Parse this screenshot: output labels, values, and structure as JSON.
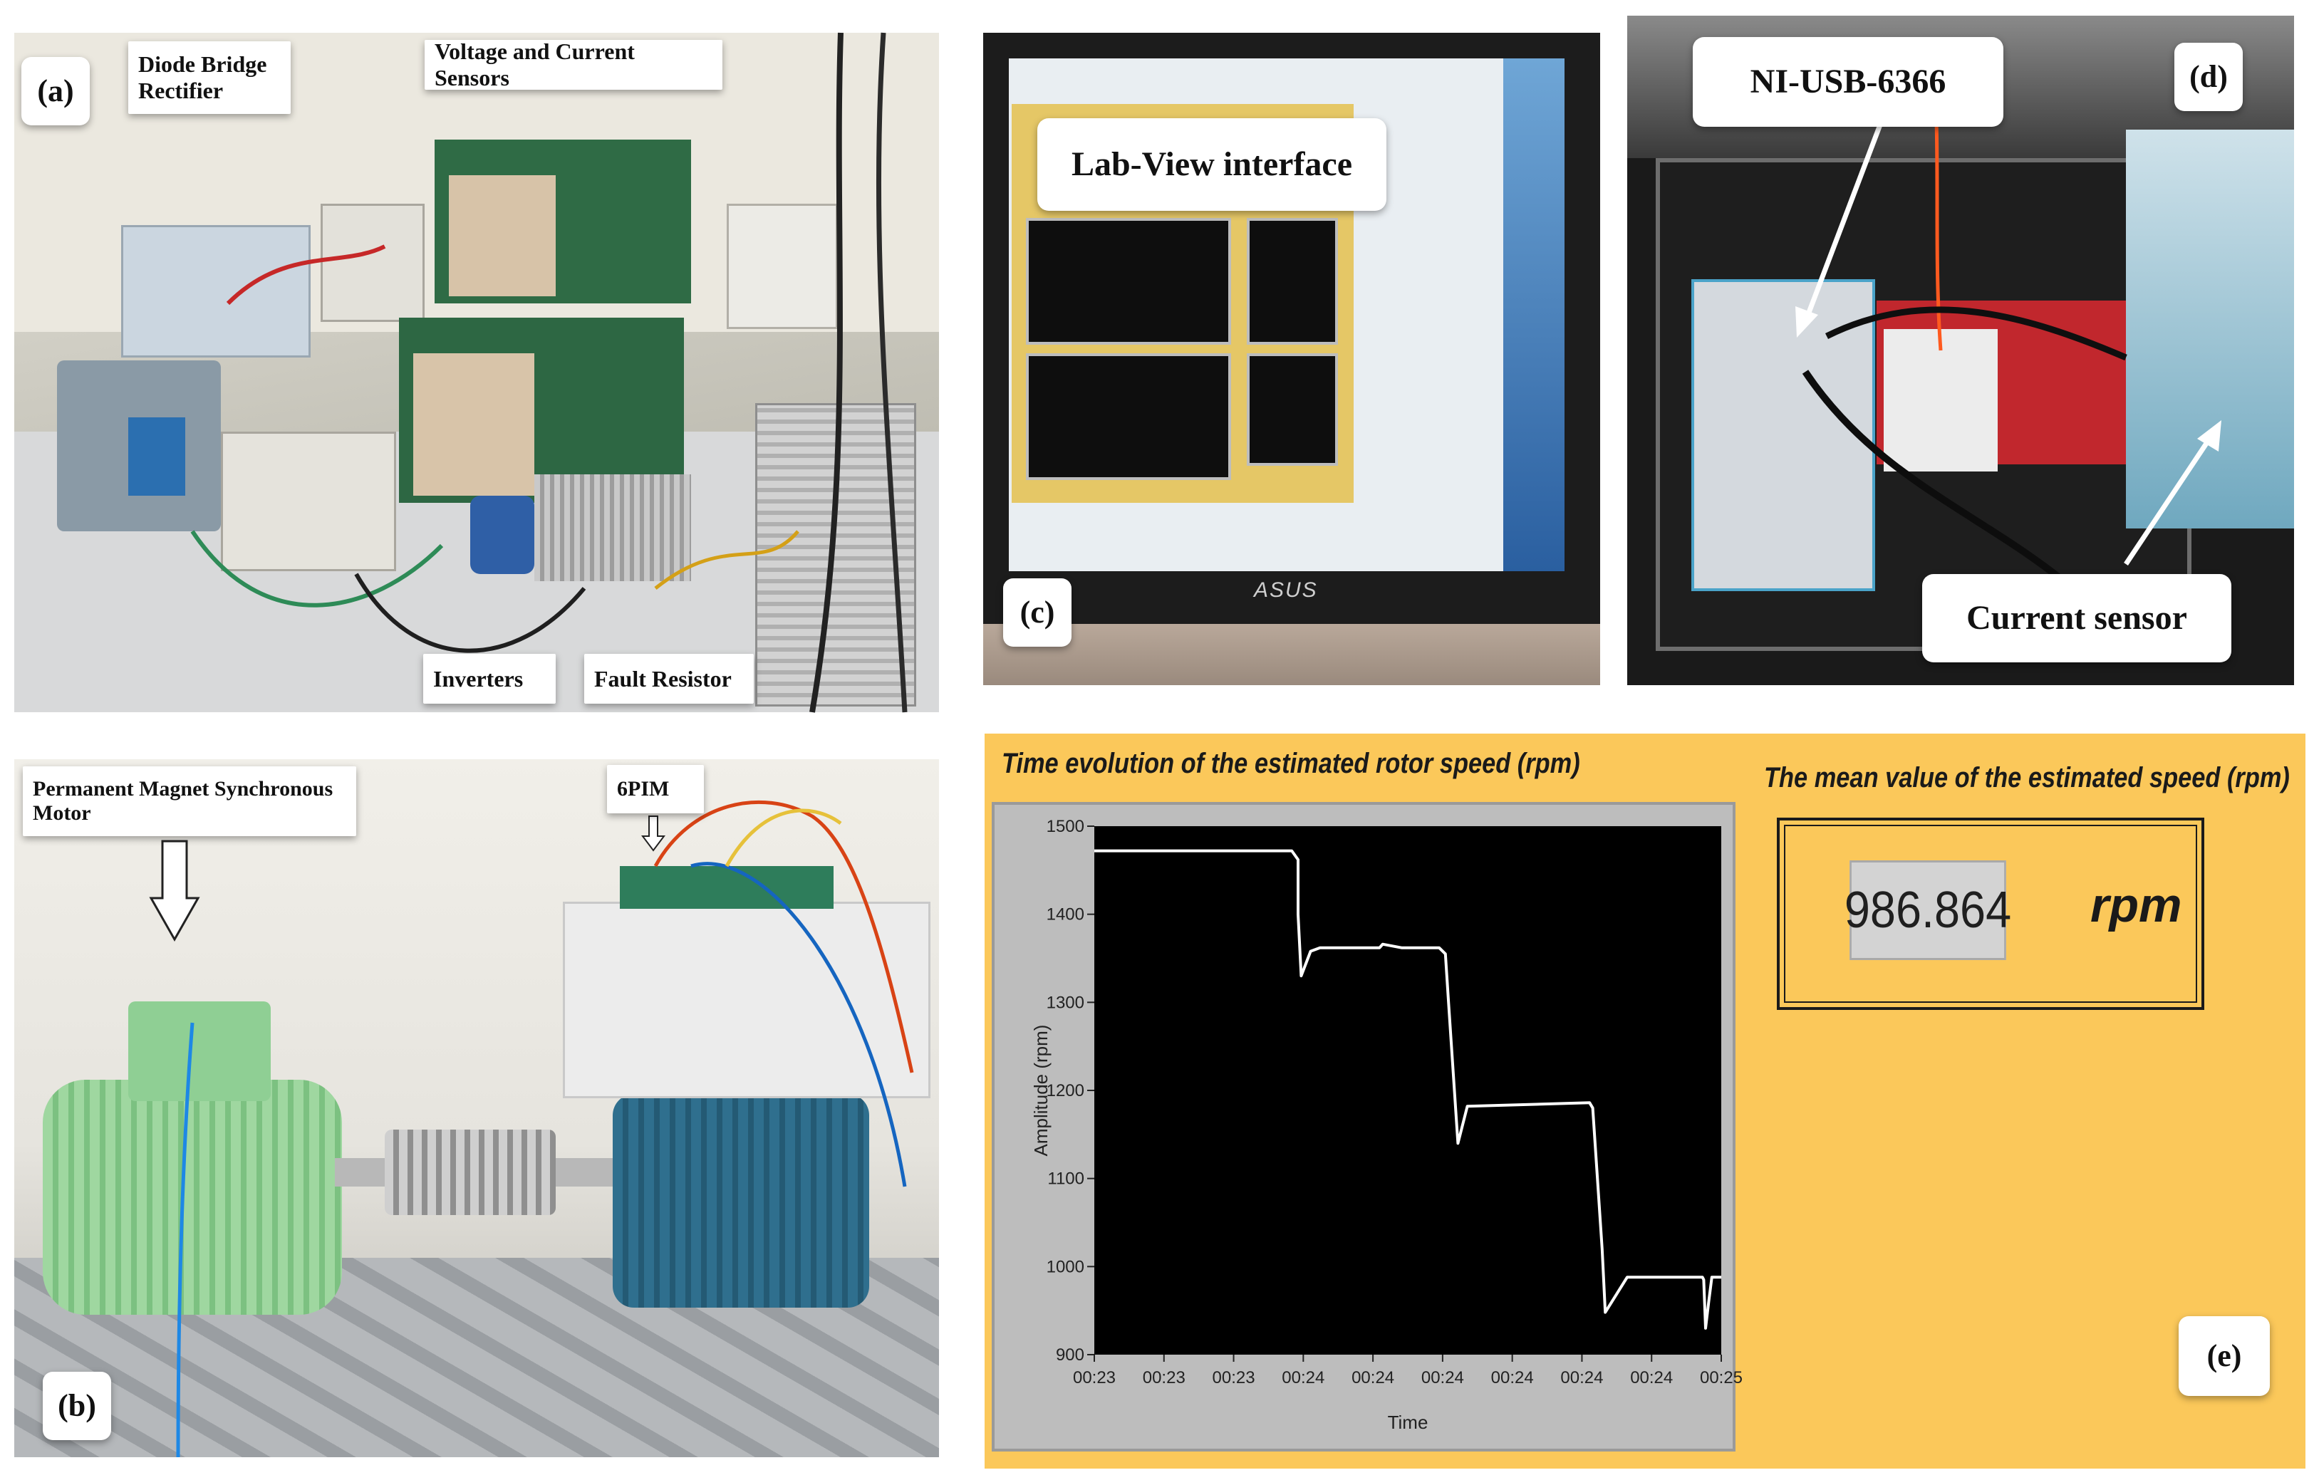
{
  "panels": {
    "a": {
      "letter": "(a)",
      "labels": {
        "diode_bridge": "Diode Bridge Rectifier",
        "sensors": "Voltage and Current Sensors",
        "inverters": "Inverters",
        "fault_resistor": "Fault Resistor"
      }
    },
    "b": {
      "letter": "(b)",
      "labels": {
        "pmsm": "Permanent Magnet Synchronous Motor",
        "sixpim": "6PIM"
      }
    },
    "c": {
      "letter": "(c)",
      "labels": {
        "labview": "Lab-View interface",
        "laptop_brand": "ASUS"
      }
    },
    "d": {
      "letter": "(d)",
      "labels": {
        "daq": "NI-USB-6366",
        "current_sensor": "Current sensor"
      }
    },
    "e": {
      "letter": "(e)",
      "graph_title": "Time evolution of the estimated rotor speed (rpm)",
      "mean_title": "The  mean value of the estimated speed (rpm)",
      "mean_value": "986.864",
      "mean_unit": "rpm"
    }
  },
  "colors": {
    "labview_bg": "#fbc85a",
    "plot_bg": "#000000",
    "trace": "#ffffff",
    "frame_gray": "#bdbdbd"
  },
  "chart_data": {
    "type": "line",
    "title": "Time evolution of the estimated rotor speed (rpm)",
    "xlabel": "Time",
    "ylabel": "Amplitude (rpm)",
    "ylim": [
      900,
      1500
    ],
    "yticks": [
      900,
      1000,
      1100,
      1200,
      1300,
      1400,
      1500
    ],
    "xticks": [
      "00:23",
      "00:23",
      "00:23",
      "00:24",
      "00:24",
      "00:24",
      "00:24",
      "00:24",
      "00:24",
      "00:25"
    ],
    "xlim": [
      0,
      1
    ],
    "grid": false,
    "series": [
      {
        "x": [
          0,
          0.315,
          0.325,
          0.325,
          0.33,
          0.345,
          0.36,
          0.455,
          0.46,
          0.49,
          0.55,
          0.56,
          0.565,
          0.58,
          0.595,
          0.79,
          0.795,
          0.81,
          0.815,
          0.85,
          0.97,
          0.972,
          0.975,
          0.98,
          0.985,
          1.0
        ],
        "y": [
          1472,
          1472,
          1462,
          1400,
          1330,
          1358,
          1362,
          1362,
          1366,
          1362,
          1362,
          1355,
          1300,
          1140,
          1182,
          1186,
          1180,
          1020,
          948,
          988,
          988,
          985,
          930,
          960,
          988,
          988
        ]
      }
    ]
  }
}
